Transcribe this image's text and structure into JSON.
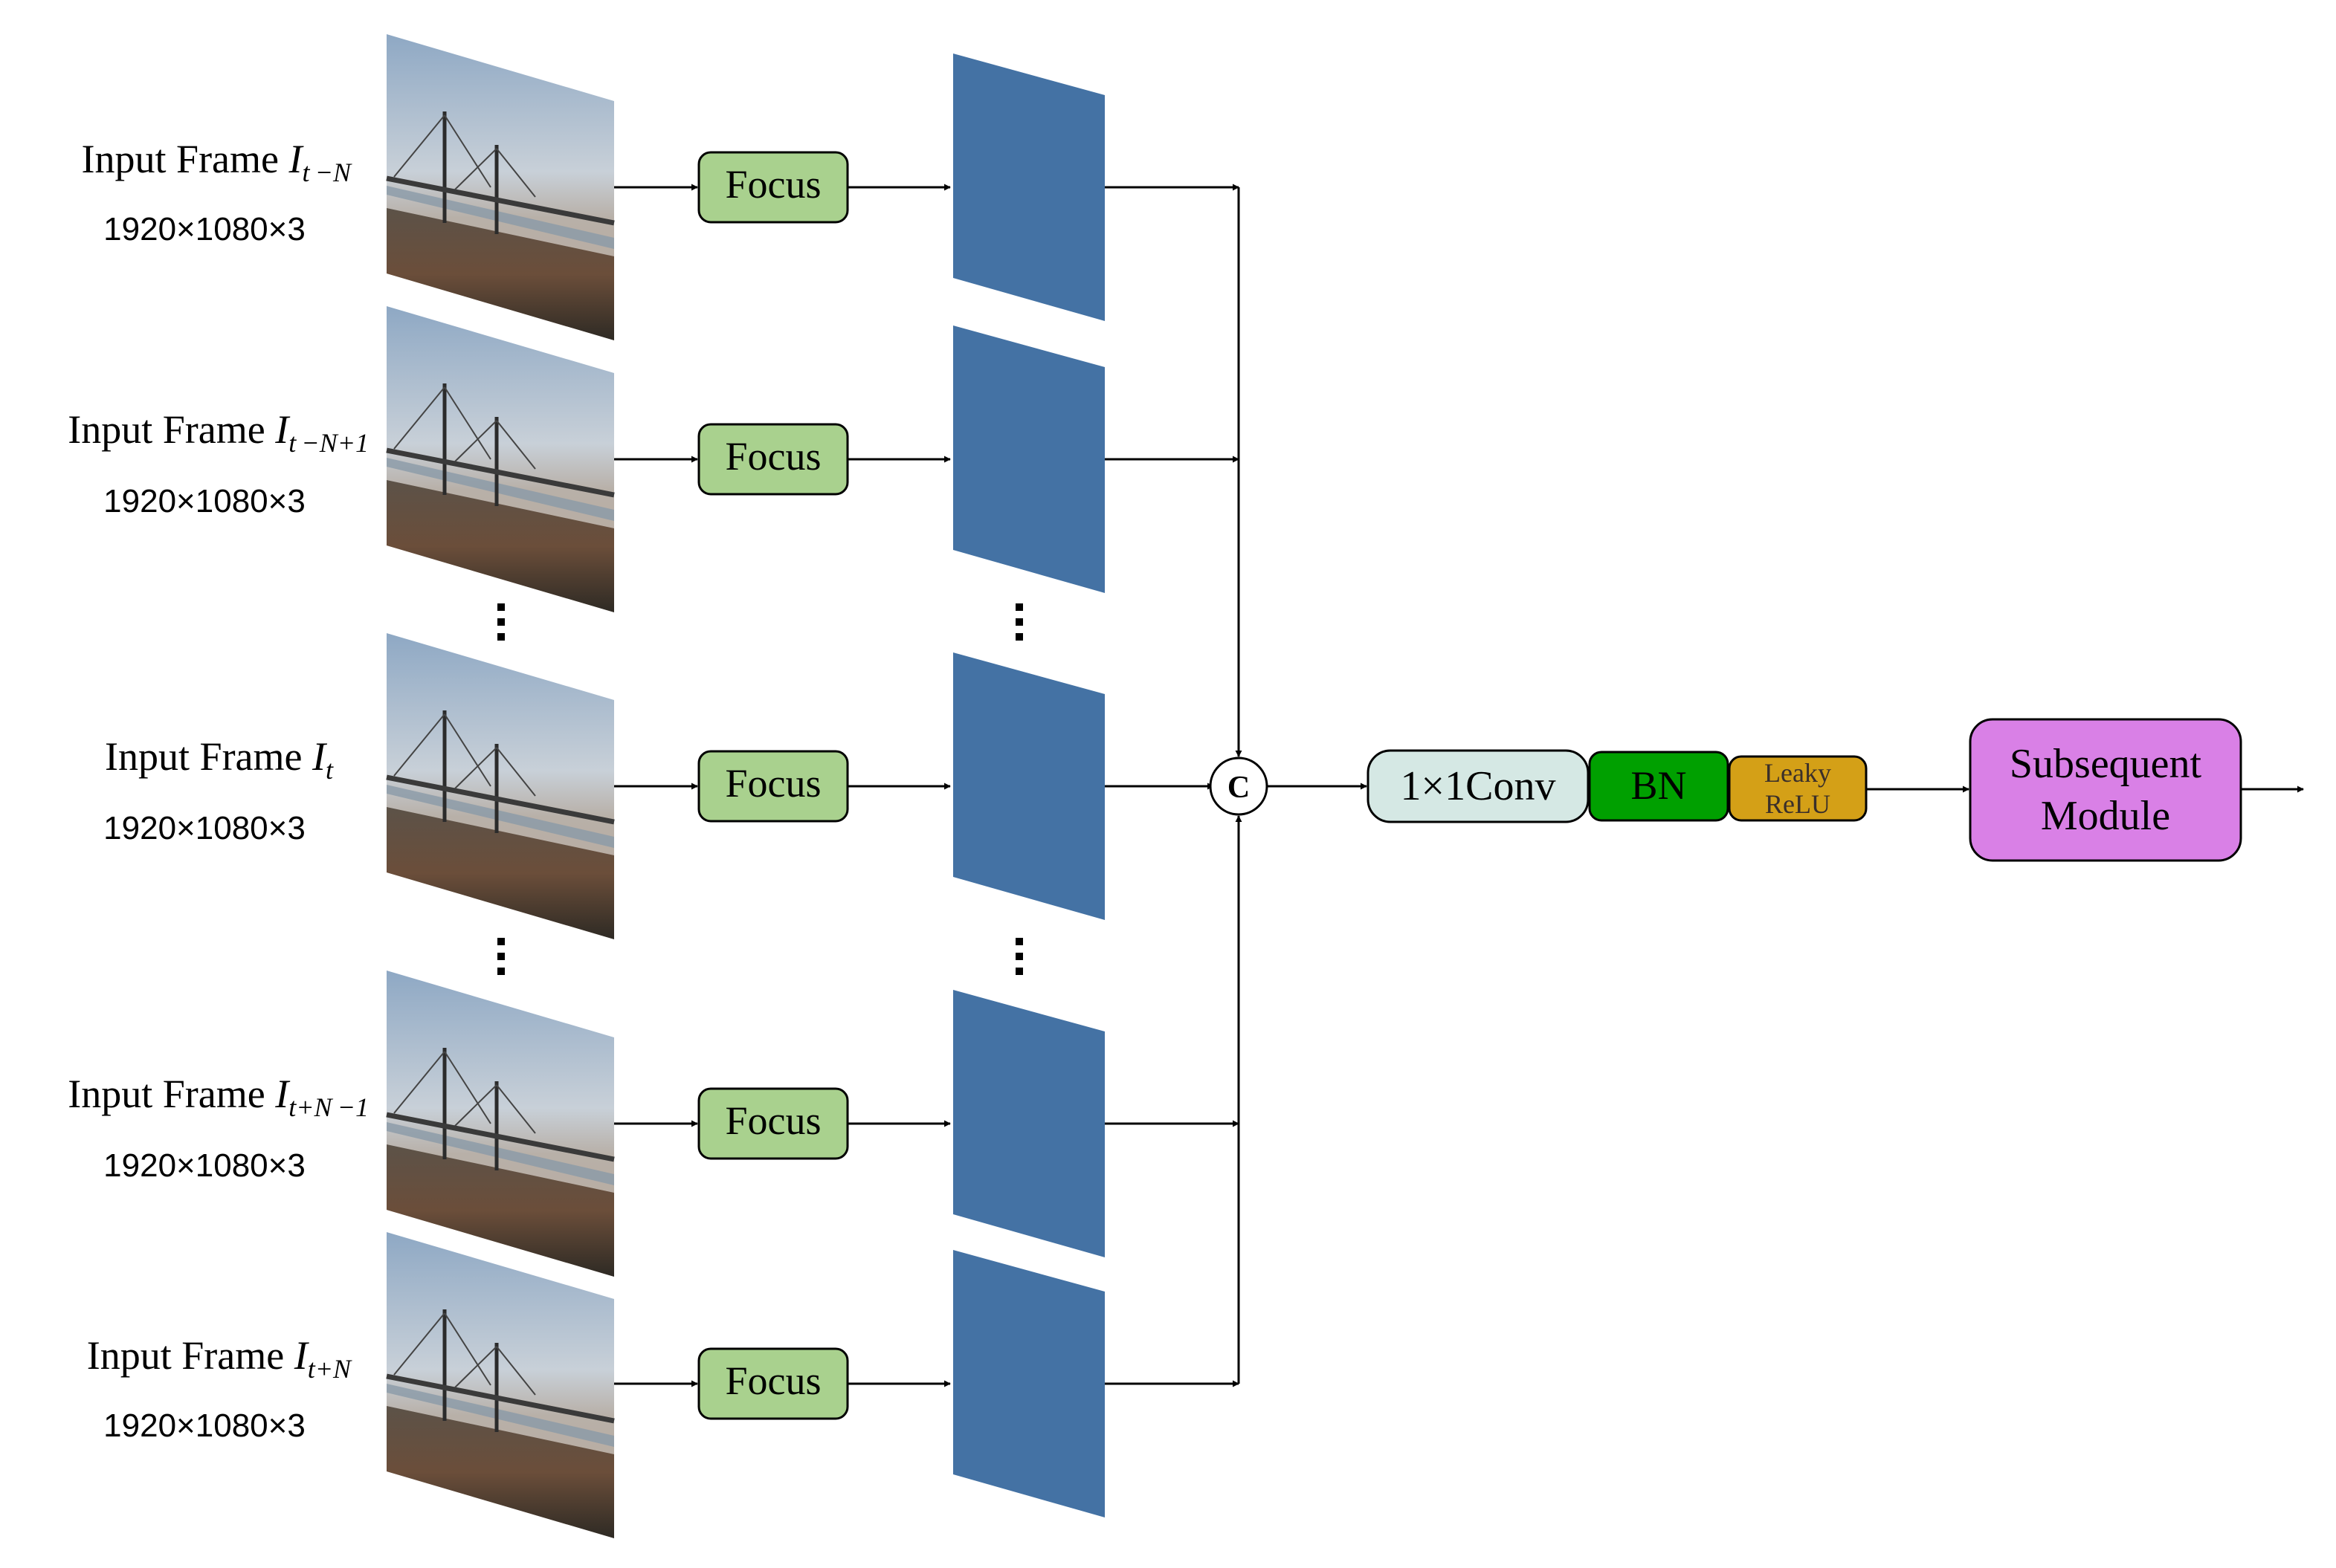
{
  "frames": [
    {
      "prefix": "Input Frame ",
      "symbol": "I",
      "subscript": "t −N",
      "dims": "1920×1080×3",
      "focus": "Focus"
    },
    {
      "prefix": "Input Frame ",
      "symbol": "I",
      "subscript": "t −N+1",
      "dims": "1920×1080×3",
      "focus": "Focus"
    },
    {
      "prefix": "Input Frame ",
      "symbol": "I",
      "subscript": "t",
      "dims": "1920×1080×3",
      "focus": "Focus"
    },
    {
      "prefix": "Input Frame ",
      "symbol": "I",
      "subscript": "t+N −1",
      "dims": "1920×1080×3",
      "focus": "Focus"
    },
    {
      "prefix": "Input Frame ",
      "symbol": "I",
      "subscript": "t+N",
      "dims": "1920×1080×3",
      "focus": "Focus"
    }
  ],
  "concat": {
    "label": "C"
  },
  "pipeline": {
    "conv": "1×1Conv",
    "bn": "BN",
    "leaky_line1": "Leaky",
    "leaky_line2": "ReLU",
    "subsequent_line1": "Subsequent",
    "subsequent_line2": "Module"
  },
  "colors": {
    "focus_fill": "#a9d18e",
    "feature_fill": "#4472a4",
    "conv_fill": "#d5e8e4",
    "bn_fill": "#00a000",
    "leaky_fill": "#d4a017",
    "subsequent_fill": "#d980e6"
  }
}
